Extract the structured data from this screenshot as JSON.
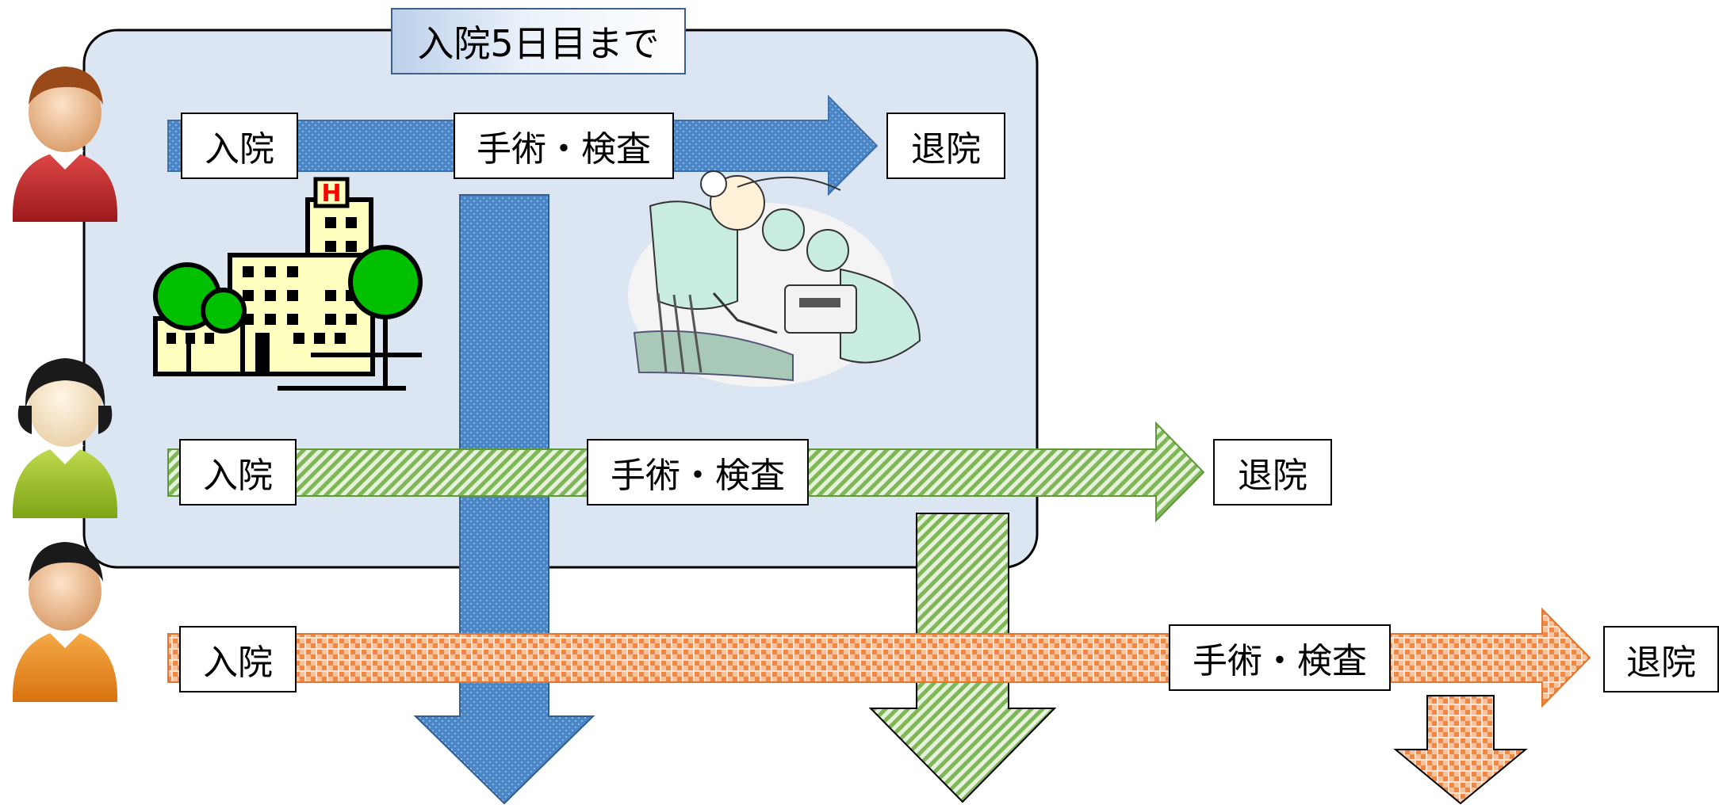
{
  "period_label": "入院5日目まで",
  "rows": [
    {
      "admission": "入院",
      "procedure": "手術・検査",
      "discharge": "退院",
      "color": "#4a86c6",
      "pattern": "blue-dots"
    },
    {
      "admission": "入院",
      "procedure": "手術・検査",
      "discharge": "退院",
      "color": "#70ad47",
      "pattern": "green-diagonal"
    },
    {
      "admission": "入院",
      "procedure": "手術・検査",
      "discharge": "退院",
      "color": "#ed7d31",
      "pattern": "orange-checks"
    }
  ],
  "hospital_sign": "H",
  "colors": {
    "period_fill": "#dce6f2",
    "blue": "#4a86c6",
    "green": "#70ad47",
    "orange": "#ed7d31",
    "person1_shirt": "#c0282a",
    "person2_shirt": "#9cc021",
    "person3_shirt": "#ee8a1a",
    "tree_green": "#00c000",
    "building": "#ffffc0"
  }
}
